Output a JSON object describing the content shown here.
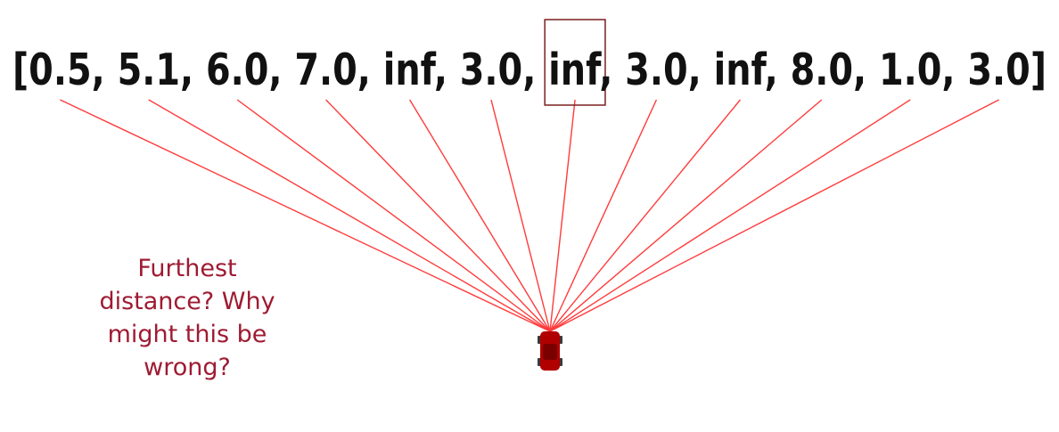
{
  "scan": {
    "values": [
      "0.5",
      "5.1",
      "6.0",
      "7.0",
      "inf",
      "3.0",
      "inf",
      "3.0",
      "inf",
      "8.0",
      "1.0",
      "3.0"
    ],
    "highlighted_index": 6,
    "open_bracket": "[",
    "close_bracket": "]",
    "separator": ","
  },
  "question": {
    "text": "Furthest\ndistance? Why\nmight this be\nwrong?"
  },
  "colors": {
    "ray": "#ff3b3b",
    "text": "#111111",
    "highlight_box": "#7a1f1f",
    "question": "#9e1b32",
    "car_body": "#b00000",
    "car_roof": "#7a0000",
    "car_wheel": "#3a3a3a"
  },
  "icons": {
    "vehicle": "car-icon"
  }
}
